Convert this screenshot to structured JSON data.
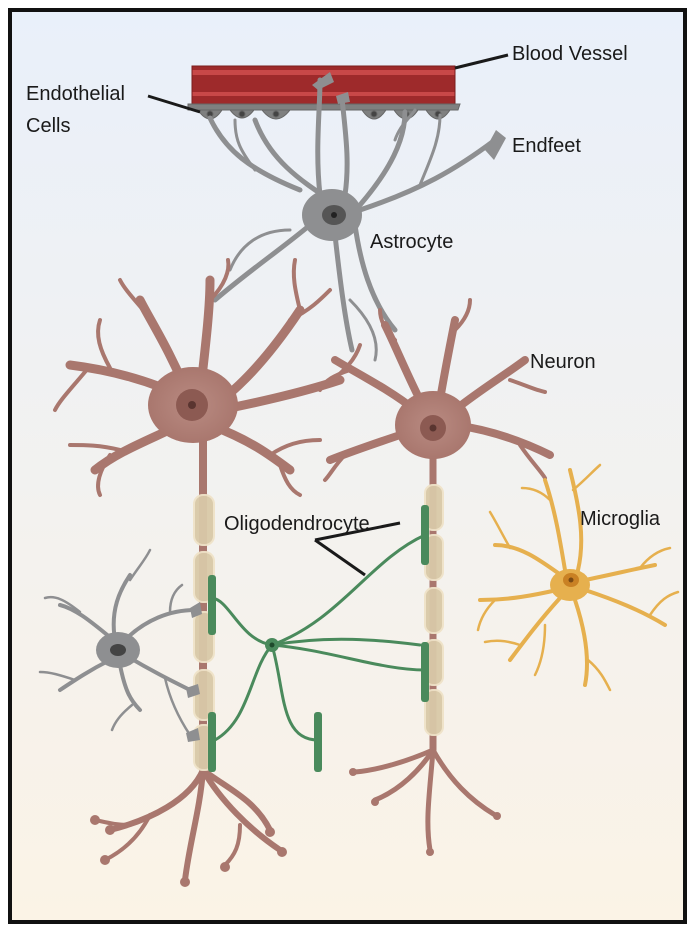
{
  "labels": {
    "blood_vessel": "Blood Vessel",
    "endothelial_line1": "Endothelial",
    "endothelial_line2": "Cells",
    "endfeet": "Endfeet",
    "astrocyte": "Astrocyte",
    "neuron": "Neuron",
    "oligodendrocyte": "Oligodendrocyte",
    "microglia": "Microglia"
  },
  "colors": {
    "background_top": "#e9f0fa",
    "background_bottom": "#fbf3e6",
    "frame": "#111111",
    "vessel_dark": "#9e2a2b",
    "vessel_light": "#c84848",
    "endothelium": "#7f8080",
    "astrocyte": "#8e8f91",
    "neuron": "#a9776e",
    "myelin": "#d9c9a8",
    "oligodendrocyte": "#4a8a5c",
    "microglia": "#e6b04e",
    "label_line": "#1a1a1a"
  }
}
